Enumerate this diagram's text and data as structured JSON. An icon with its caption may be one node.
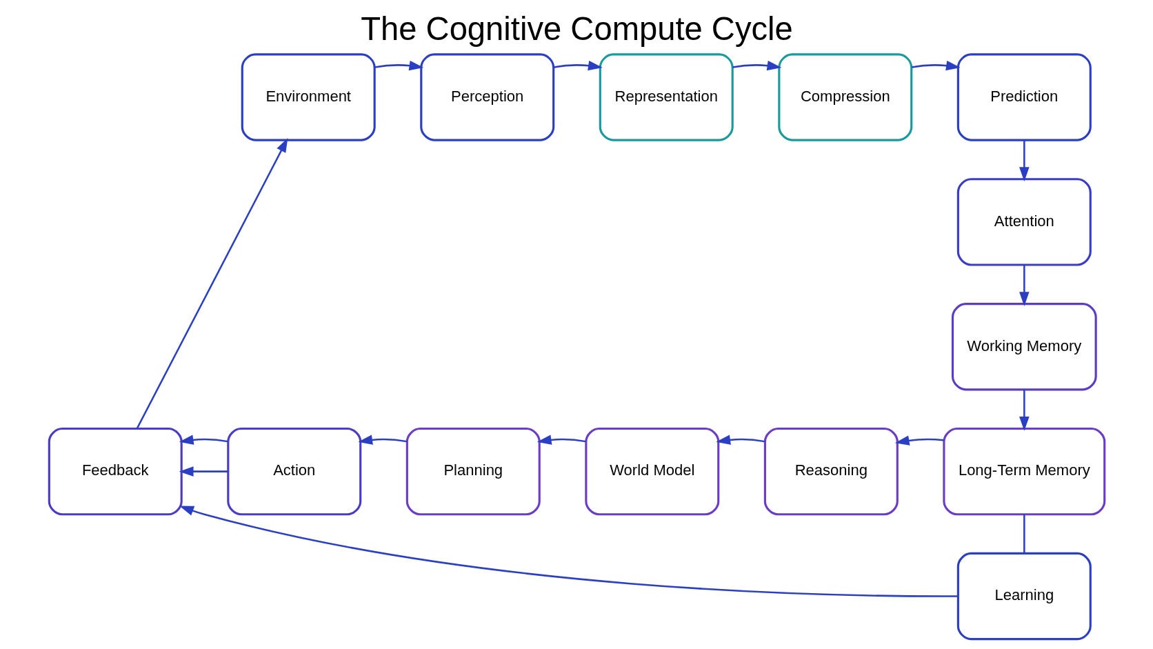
{
  "diagram": {
    "title": "The Cognitive Compute Cycle",
    "nodes": [
      {
        "text": [
          "Environment"
        ]
      },
      {
        "text": [
          "Perception"
        ]
      },
      {
        "text": [
          "Representation"
        ]
      },
      {
        "text": [
          "Compression"
        ]
      },
      {
        "text": [
          "Prediction"
        ]
      },
      {
        "text": [
          "Attention"
        ]
      },
      {
        "text": [
          "Working Memory"
        ]
      },
      {
        "text": [
          "Long-Term Memory"
        ]
      },
      {
        "text": [
          "Reasoning"
        ]
      },
      {
        "text": [
          "World Model"
        ]
      },
      {
        "text": [
          "Planning"
        ]
      },
      {
        "text": [
          "Action"
        ]
      },
      {
        "text": [
          "Feedback"
        ]
      },
      {
        "text": [
          "Learning"
        ]
      }
    ],
    "edges": [
      {
        "from": 0,
        "to": 1,
        "arrow": "to"
      },
      {
        "from": 1,
        "to": 2,
        "arrow": "to"
      },
      {
        "from": 2,
        "to": 3,
        "arrow": "to"
      },
      {
        "from": 3,
        "to": 4,
        "arrow": "to"
      },
      {
        "from": 4,
        "to": 5,
        "arrow": "to"
      },
      {
        "from": 5,
        "to": 6,
        "arrow": "to"
      },
      {
        "from": 6,
        "to": 7,
        "arrow": "to"
      },
      {
        "from": 7,
        "to": 8,
        "arrow": "to"
      },
      {
        "from": 8,
        "to": 9,
        "arrow": "to"
      },
      {
        "from": 9,
        "to": 10,
        "arrow": "to"
      },
      {
        "from": 10,
        "to": 11,
        "arrow": "to"
      },
      {
        "from": 11,
        "to": 12,
        "arrow": "to"
      },
      {
        "from": 12,
        "to": 0,
        "arrow": "to"
      },
      {
        "from": 7,
        "to": 13,
        "arrow": "none"
      },
      {
        "from": 13,
        "to": 12,
        "arrow": "to"
      },
      {
        "from": 11,
        "to": 12,
        "arrow": "to"
      }
    ]
  }
}
